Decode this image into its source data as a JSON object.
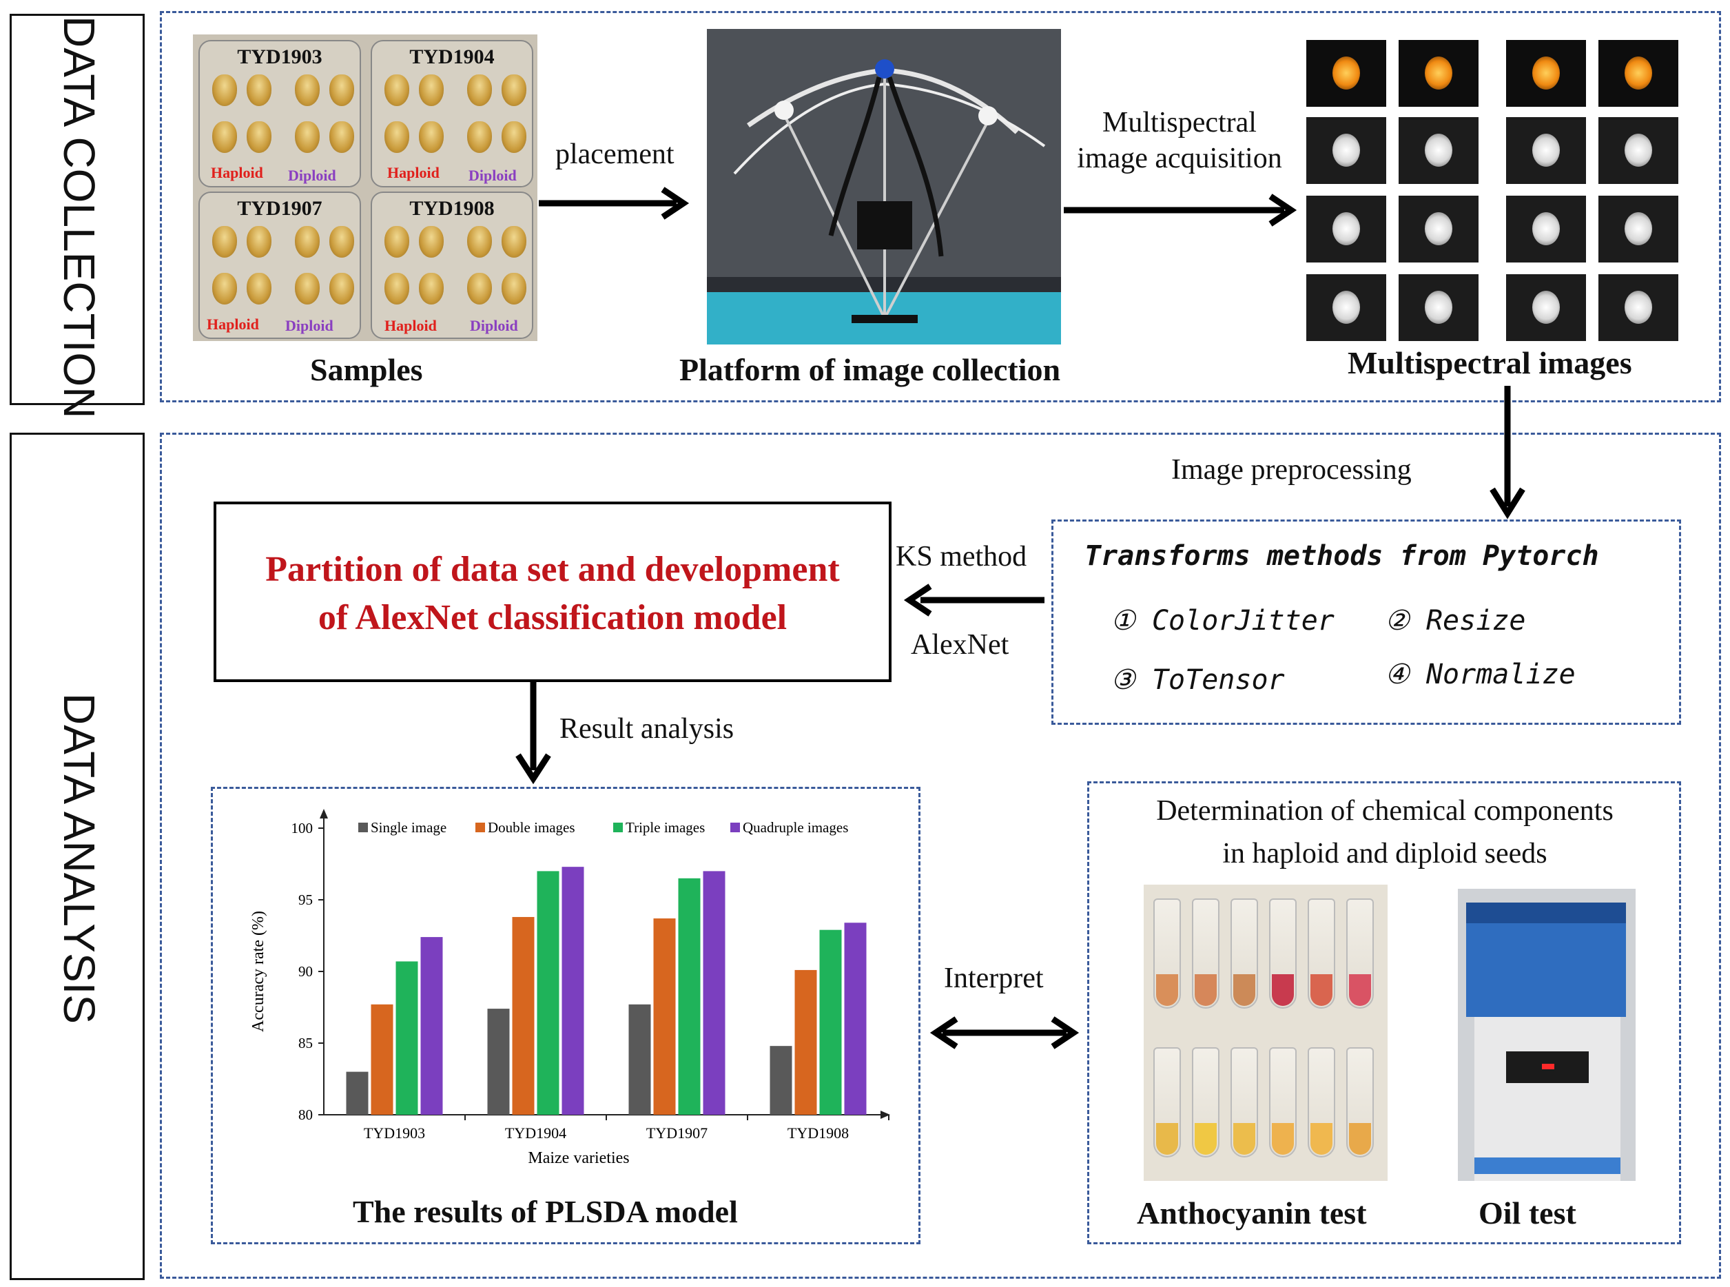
{
  "sections": {
    "collection_label": "DATA COLLECTION",
    "analysis_label": "DATA ANALYSIS"
  },
  "collection": {
    "samples_caption": "Samples",
    "sample_groups": [
      "TYD1903",
      "TYD1904",
      "TYD1907",
      "TYD1908"
    ],
    "haploid_label": "Haploid",
    "diploid_label": "Diploid",
    "placement_label": "placement",
    "platform_caption": "Platform of image collection",
    "acquisition_label_1": "Multispectral",
    "acquisition_label_2": "image acquisition",
    "multispectral_caption": "Multispectral  images"
  },
  "analysis": {
    "preprocessing_label": "Image preprocessing",
    "transforms_title": "Transforms methods from Pytorch",
    "transforms": [
      {
        "num": "①",
        "name": "ColorJitter"
      },
      {
        "num": "②",
        "name": "Resize"
      },
      {
        "num": "③",
        "name": "ToTensor"
      },
      {
        "num": "④",
        "name": "Normalize"
      }
    ],
    "ks_label": "KS method",
    "alexnet_label": "AlexNet",
    "model_title_1": "Partition of data set and development",
    "model_title_2": "of AlexNet classification model",
    "result_label": "Result analysis",
    "chart_caption": "The results of PLSDA model",
    "interpret_label": "Interpret",
    "chem_title_1": "Determination of chemical components",
    "chem_title_2": "in haploid and diploid seeds",
    "anthocyanin_caption": "Anthocyanin test",
    "oil_caption": "Oil test"
  },
  "colors": {
    "dash_border": "#3a5a9a",
    "red_title": "#c0151b",
    "series": [
      "#595959",
      "#d7661f",
      "#1fb35a",
      "#7b3fbf"
    ]
  },
  "chart_data": {
    "type": "bar",
    "categories": [
      "TYD1903",
      "TYD1904",
      "TYD1907",
      "TYD1908"
    ],
    "series": [
      {
        "name": "Single image",
        "values": [
          83.0,
          87.4,
          87.7,
          84.8
        ]
      },
      {
        "name": "Double images",
        "values": [
          87.7,
          93.8,
          93.7,
          90.1
        ]
      },
      {
        "name": "Triple images",
        "values": [
          90.7,
          97.0,
          96.5,
          92.9
        ]
      },
      {
        "name": "Quadruple images",
        "values": [
          92.4,
          97.3,
          97.0,
          93.4
        ]
      }
    ],
    "xlabel": "Maize varieties",
    "ylabel": "Accuracy rate (%)",
    "ylim": [
      80,
      100
    ],
    "yticks": [
      "80",
      "85",
      "90",
      "95",
      "100"
    ],
    "legend": "top",
    "grid": false
  }
}
